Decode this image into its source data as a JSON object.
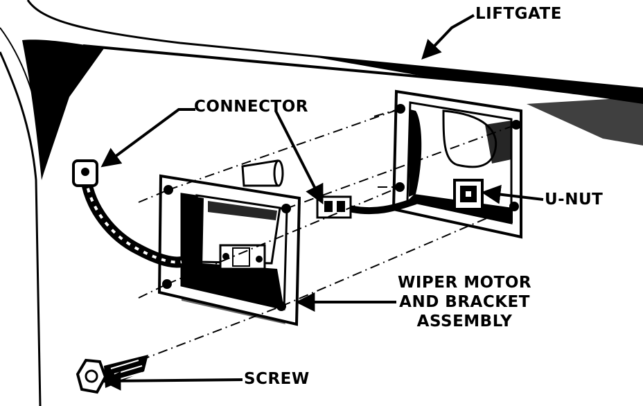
{
  "labels": {
    "liftgate": "LIFTGATE",
    "connector": "CONNECTOR",
    "u_nut": "U-NUT",
    "wiper_motor_line1": "WIPER MOTOR",
    "wiper_motor_line2": "AND BRACKET",
    "wiper_motor_line3": "ASSEMBLY",
    "screw": "SCREW"
  }
}
